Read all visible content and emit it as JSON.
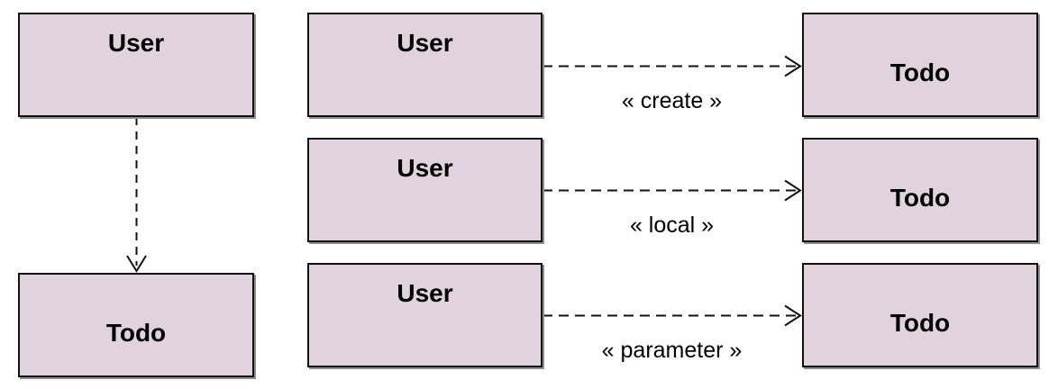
{
  "colors": {
    "background": "#ffffff",
    "box_fill": "#e0d3de",
    "box_border": "#111111",
    "shadow": "#8e8e8e",
    "arrow": "#111111",
    "text": "#000000"
  },
  "vertical_pair": {
    "from_label": "User",
    "to_label": "Todo"
  },
  "dependency_rows": [
    {
      "from_label": "User",
      "stereotype": "« create »",
      "to_label": "Todo"
    },
    {
      "from_label": "User",
      "stereotype": "« local »",
      "to_label": "Todo"
    },
    {
      "from_label": "User",
      "stereotype": "« parameter »",
      "to_label": "Todo"
    }
  ]
}
